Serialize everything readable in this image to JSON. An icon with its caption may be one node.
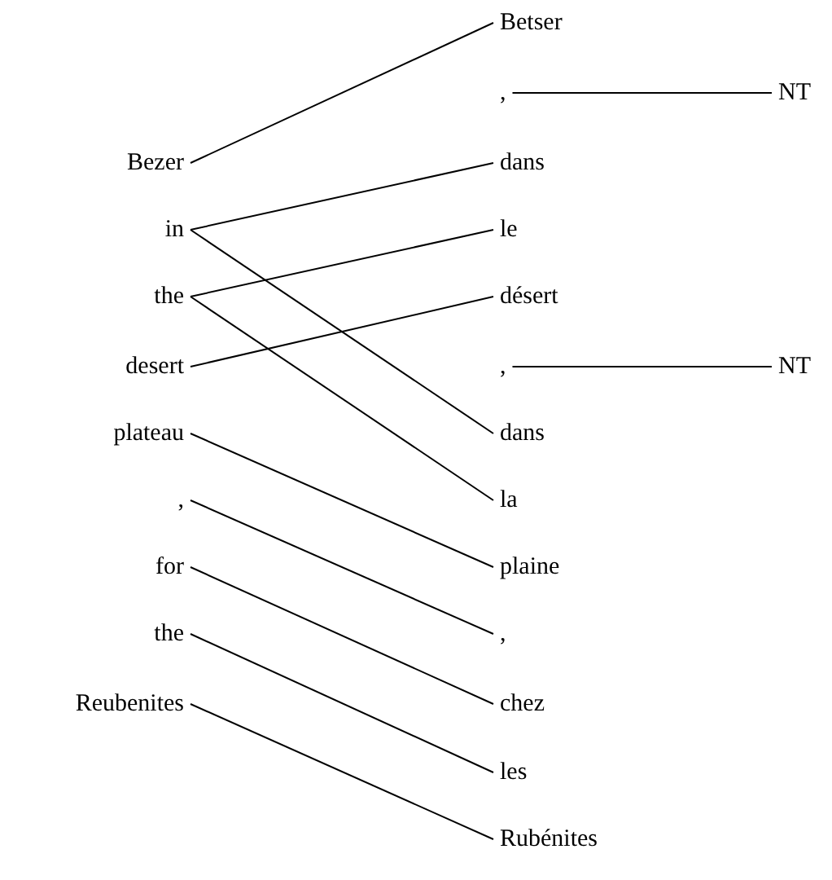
{
  "diagram": {
    "nodes": [
      {
        "text": [
          "Bezer"
        ]
      },
      {
        "text": [
          "in"
        ]
      },
      {
        "text": [
          "the"
        ]
      },
      {
        "text": [
          "desert"
        ]
      },
      {
        "text": [
          "plateau"
        ]
      },
      {
        "text": [
          ","
        ]
      },
      {
        "text": [
          "for"
        ]
      },
      {
        "text": [
          "the"
        ]
      },
      {
        "text": [
          "Reubenites"
        ]
      },
      {
        "text": [
          "Betser"
        ]
      },
      {
        "text": [
          ","
        ]
      },
      {
        "text": [
          "dans"
        ]
      },
      {
        "text": [
          "le"
        ]
      },
      {
        "text": [
          "désert"
        ]
      },
      {
        "text": [
          ","
        ]
      },
      {
        "text": [
          "dans"
        ]
      },
      {
        "text": [
          "la"
        ]
      },
      {
        "text": [
          "plaine"
        ]
      },
      {
        "text": [
          ","
        ]
      },
      {
        "text": [
          "chez"
        ]
      },
      {
        "text": [
          "les"
        ]
      },
      {
        "text": [
          "Rubénites"
        ]
      },
      {
        "text": [
          "NT"
        ]
      },
      {
        "text": [
          "NT"
        ]
      }
    ],
    "edges": [
      {
        "from": 0,
        "to": 9,
        "arrow": "none"
      },
      {
        "from": 1,
        "to": 11,
        "arrow": "none"
      },
      {
        "from": 1,
        "to": 15,
        "arrow": "none"
      },
      {
        "from": 2,
        "to": 12,
        "arrow": "none"
      },
      {
        "from": 2,
        "to": 16,
        "arrow": "none"
      },
      {
        "from": 3,
        "to": 13,
        "arrow": "none"
      },
      {
        "from": 4,
        "to": 17,
        "arrow": "none"
      },
      {
        "from": 5,
        "to": 18,
        "arrow": "none"
      },
      {
        "from": 6,
        "to": 19,
        "arrow": "none"
      },
      {
        "from": 7,
        "to": 20,
        "arrow": "none"
      },
      {
        "from": 8,
        "to": 21,
        "arrow": "none"
      },
      {
        "from": 10,
        "to": 22,
        "arrow": "none"
      },
      {
        "from": 14,
        "to": 23,
        "arrow": "none"
      }
    ]
  }
}
